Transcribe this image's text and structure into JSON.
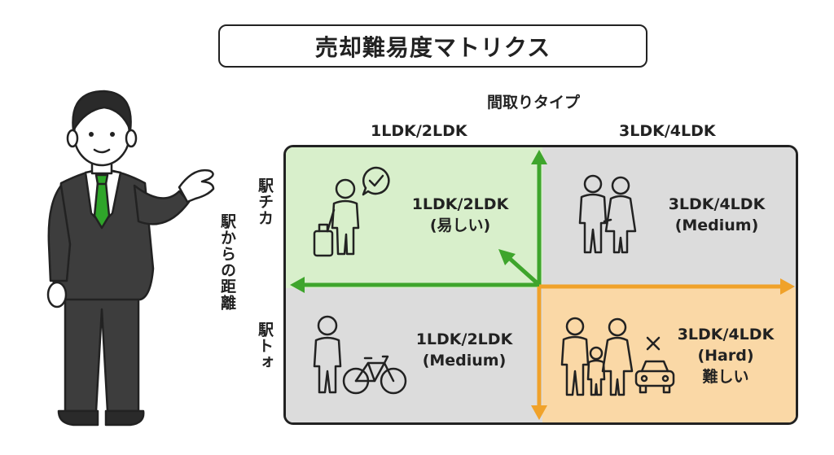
{
  "title": "売却難易度マトリクス",
  "column_axis": {
    "title": "間取りタイプ",
    "left": "1LDK/2LDK",
    "right": "3LDK/4LDK"
  },
  "row_axis": {
    "title": "駅からの距離",
    "top": "駅チカ",
    "bottom": "駅トォ"
  },
  "quadrants": {
    "top_left": {
      "line1": "1LDK/2LDK",
      "line2": "(易しい)",
      "color": "#d8efcb"
    },
    "top_right": {
      "line1": "3LDK/4LDK",
      "line2": "(Medium)",
      "color": "#dcdcdc"
    },
    "bottom_left": {
      "line1": "1LDK/2LDK",
      "line2": "(Medium)",
      "color": "#dcdcdc"
    },
    "bottom_right": {
      "line1": "3LDK/4LDK",
      "line2": "(Hard)",
      "line3": "難しい",
      "color": "#fad8a6"
    }
  },
  "colors": {
    "green_arrow": "#3ea52c",
    "orange_arrow": "#f0a22a",
    "tie": "#2fa52a"
  },
  "icons": [
    "presenter-icon",
    "traveler-with-suitcase-icon",
    "checkmark-bubble-icon",
    "couple-icon",
    "person-icon",
    "bicycle-icon",
    "family-icon",
    "car-icon",
    "cross-icon"
  ]
}
